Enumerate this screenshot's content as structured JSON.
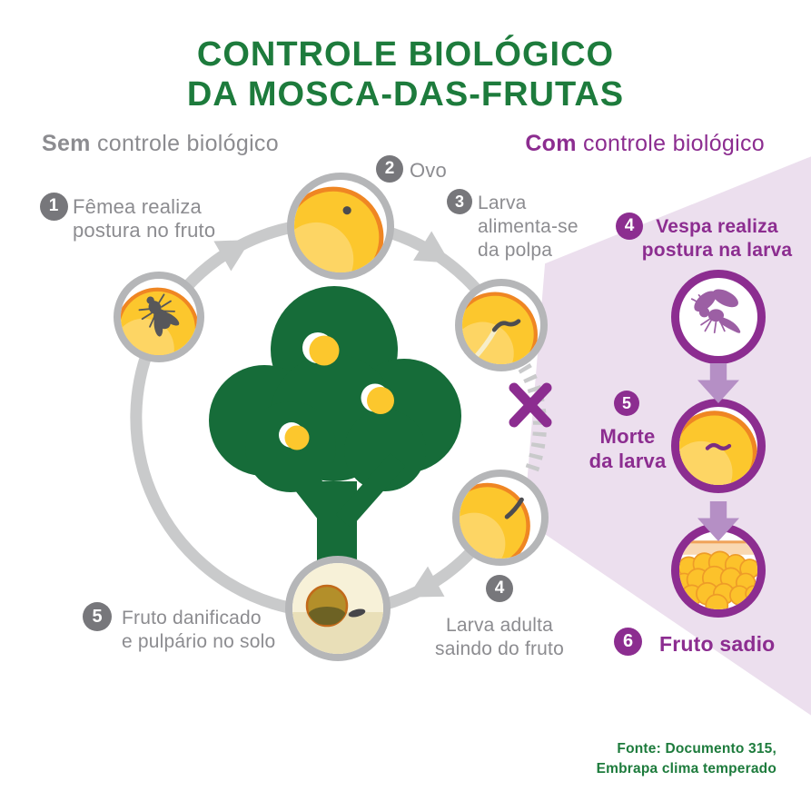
{
  "title": {
    "line1": "CONTROLE BIOLÓGICO",
    "line2": "DA MOSCA-DAS-FRUTAS"
  },
  "headers": {
    "without_bold": "Sem",
    "without_rest": " controle biológico",
    "with_bold": "Com",
    "with_rest": " controle biológico"
  },
  "cycle_steps": [
    {
      "num": "1",
      "label": "Fêmea realiza\npostura no fruto"
    },
    {
      "num": "2",
      "label": "Ovo"
    },
    {
      "num": "3",
      "label": "Larva\nalimenta-se\nda polpa"
    },
    {
      "num": "4",
      "label": "Larva adulta\nsaindo do fruto"
    },
    {
      "num": "5",
      "label": "Fruto danificado\ne pulpário no solo"
    }
  ],
  "control_steps": [
    {
      "num": "4",
      "label": "Vespa realiza\npostura na larva"
    },
    {
      "num": "5",
      "label": "Morte\nda larva"
    },
    {
      "num": "6",
      "label": "Fruto sadio"
    }
  ],
  "footer": {
    "line1": "Fonte: Documento 315,",
    "line2": "Embrapa clima temperado"
  },
  "colors": {
    "title_green": "#1d7b3c",
    "tree_green": "#166c39",
    "purple": "#8c2d90",
    "light_purple_arrow": "#b58fc5",
    "wedge_bg": "#ecdfee",
    "gray_text": "#8c8c90",
    "gray_badge": "#77777b",
    "ring_gray": "#b5b6b8",
    "cycle_gray": "#c9cacb",
    "fruit_yellow": "#fcc72d",
    "fruit_light": "#fdd564",
    "fruit_rim_orange": "#ef8623",
    "fly_gray": "#57575a",
    "wasp_purple": "#9c5fa4"
  }
}
